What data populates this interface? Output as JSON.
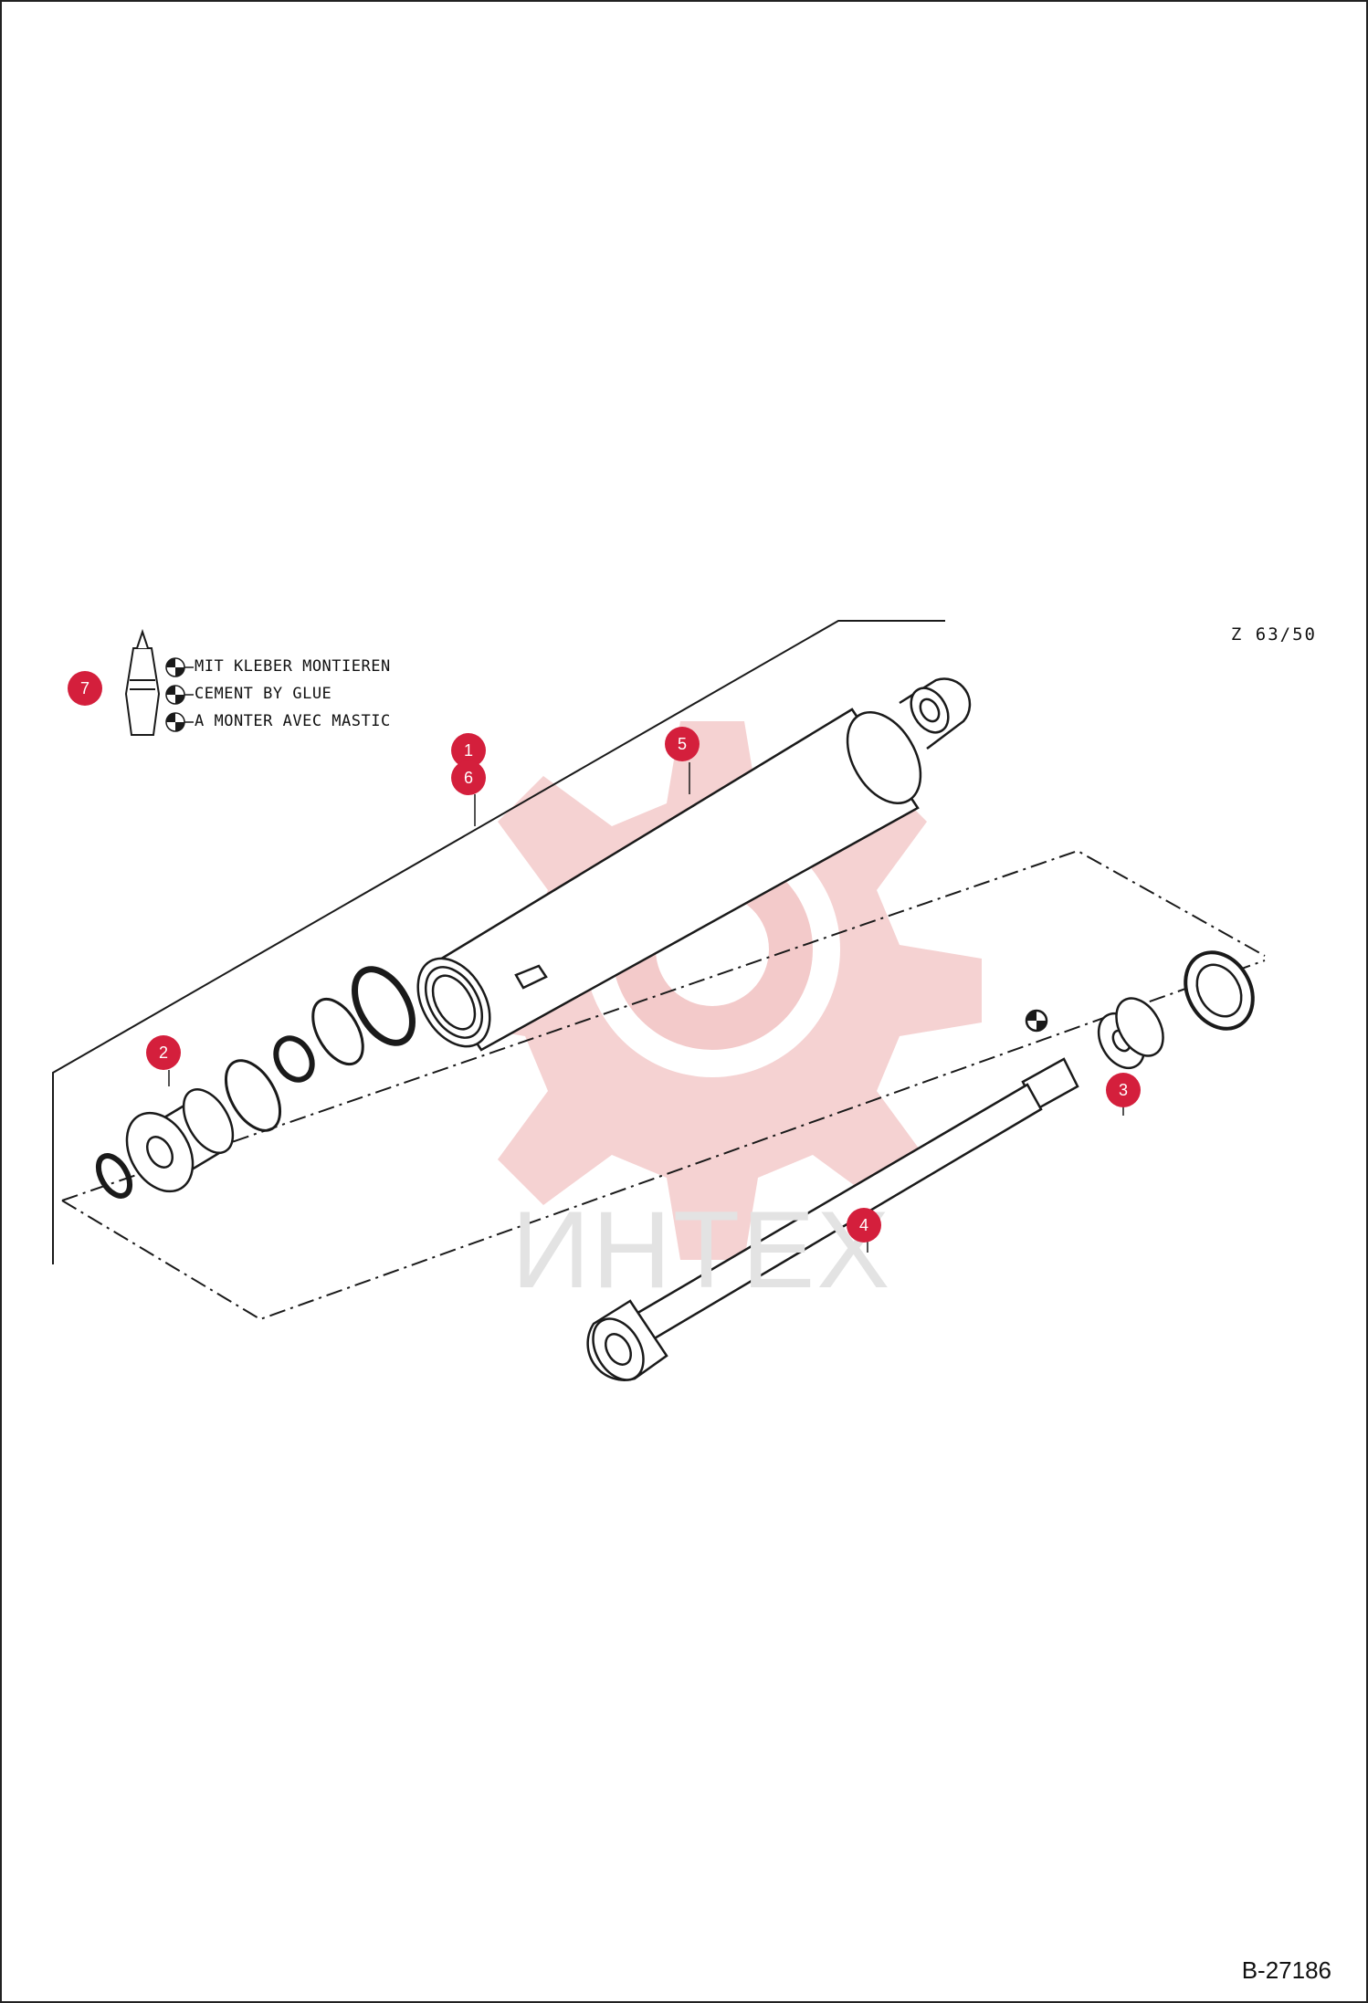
{
  "sheet_code": "Z 63/50",
  "document_id": "B-27186",
  "watermark_text": "ИНТЕХ",
  "legend": {
    "lines": [
      "MIT KLEBER MONTIEREN",
      "CEMENT BY GLUE",
      "A MONTER AVEC MASTIC"
    ]
  },
  "callouts": [
    {
      "label": "1"
    },
    {
      "label": "2"
    },
    {
      "label": "3"
    },
    {
      "label": "4"
    },
    {
      "label": "5"
    },
    {
      "label": "6"
    },
    {
      "label": "7"
    }
  ],
  "colors": {
    "marker": "#d41f3c",
    "line": "#1a1a1a",
    "watermark": "#f3c9c9"
  }
}
